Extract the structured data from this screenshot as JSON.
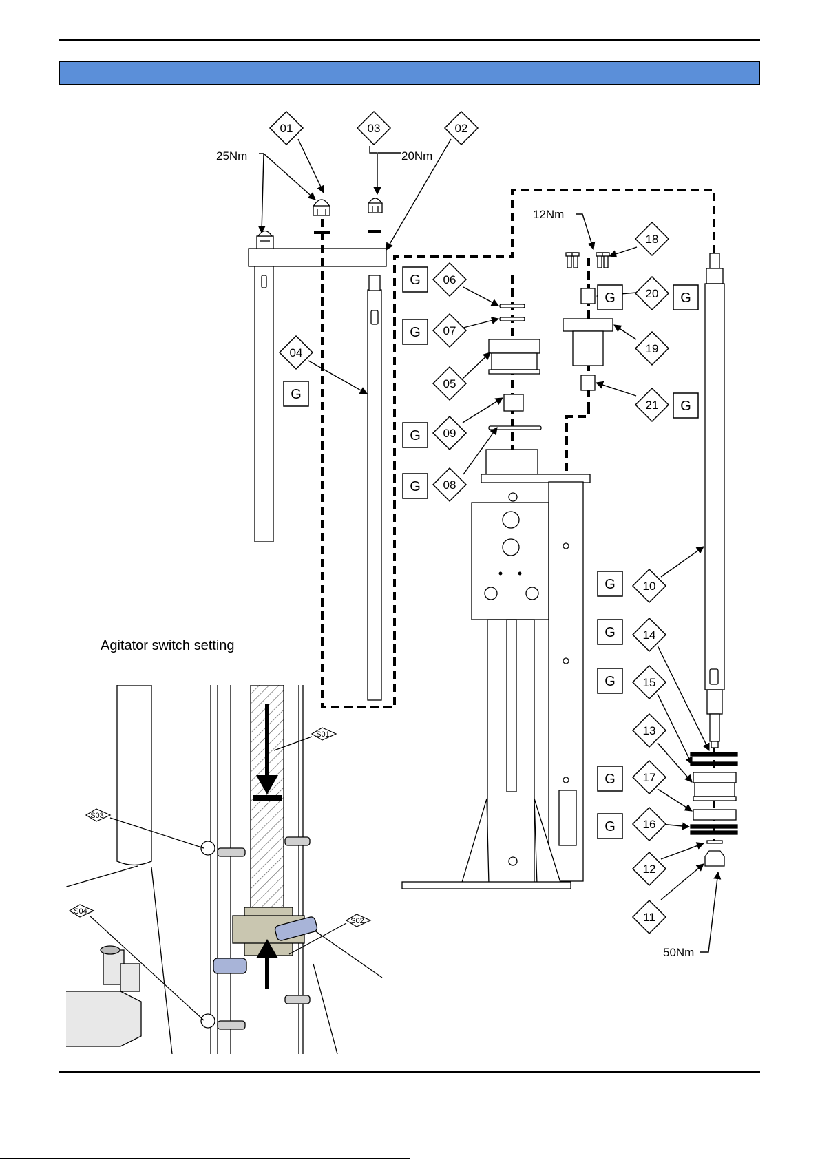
{
  "header": {
    "title": ""
  },
  "diagram": {
    "torques": {
      "t25": "25Nm",
      "t20": "20Nm",
      "t12": "12Nm",
      "t50": "50Nm"
    },
    "callouts": [
      "01",
      "02",
      "03",
      "04",
      "05",
      "06",
      "07",
      "08",
      "09",
      "10",
      "11",
      "12",
      "13",
      "14",
      "15",
      "16",
      "17",
      "18",
      "19",
      "20",
      "21"
    ],
    "grease_marker": "G",
    "inset": {
      "title": "Agitator switch setting",
      "labels": {
        "s01": "S01",
        "s02": "S02",
        "s03": "S03",
        "s04": "S04"
      }
    }
  }
}
